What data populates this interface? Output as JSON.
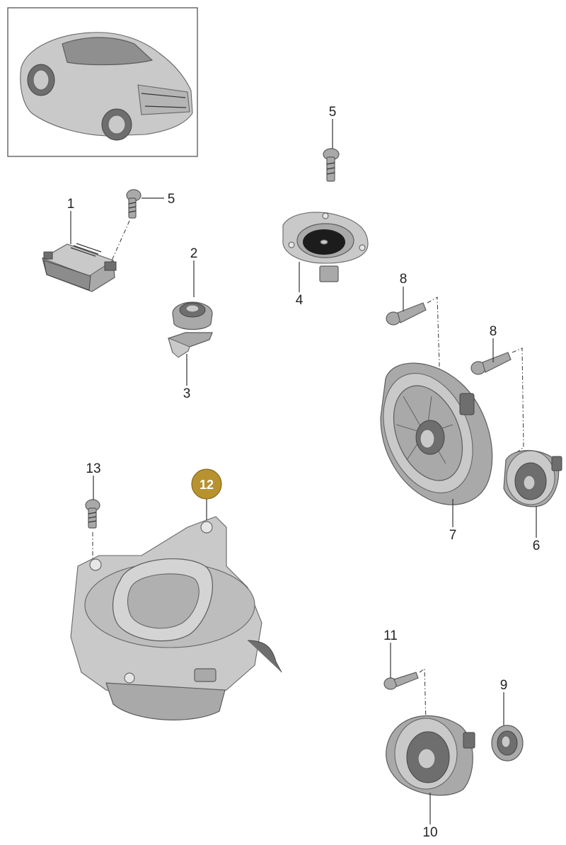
{
  "callouts": {
    "c1": "1",
    "c2": "2",
    "c3": "3",
    "c4": "4",
    "c5a": "5",
    "c5b": "5",
    "c6": "6",
    "c7": "7",
    "c8a": "8",
    "c8b": "8",
    "c9": "9",
    "c10": "10",
    "c11": "11",
    "c12": "12",
    "c13": "13"
  },
  "colors": {
    "highlight_badge": "#b8922f",
    "part_fill": "#a9a9a9",
    "line": "#333333"
  }
}
